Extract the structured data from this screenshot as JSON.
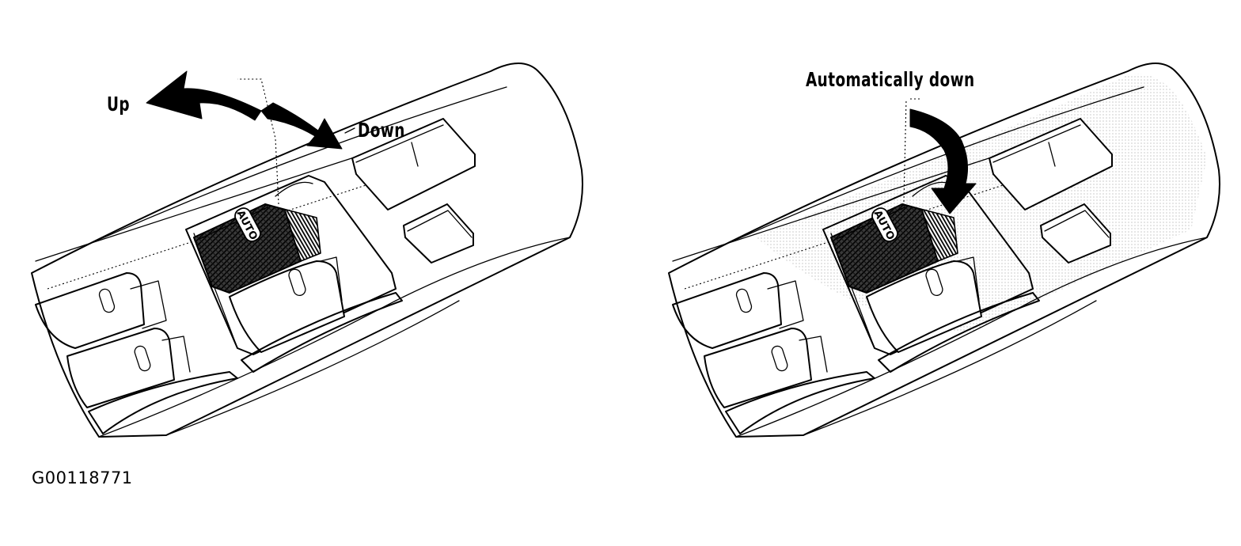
{
  "figure_id": "G00118771",
  "left_panel": {
    "labels": {
      "up": "Up",
      "down": "Down",
      "switch_text": "AUTO"
    }
  },
  "right_panel": {
    "labels": {
      "automatic_down": "Automatically down",
      "switch_text": "AUTO"
    }
  }
}
